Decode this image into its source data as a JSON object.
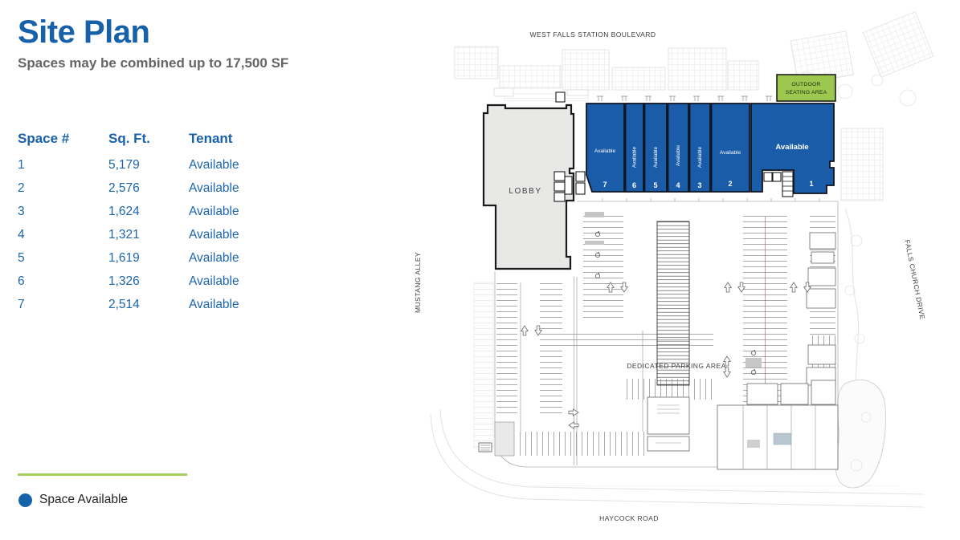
{
  "page": {
    "title": "Site Plan",
    "subtitle": "Spaces may be combined up to 17,500 SF"
  },
  "table": {
    "headers": [
      "Space #",
      "Sq. Ft.",
      "Tenant"
    ],
    "rows": [
      [
        "1",
        "5,179",
        "Available"
      ],
      [
        "2",
        "2,576",
        "Available"
      ],
      [
        "3",
        "1,624",
        "Available"
      ],
      [
        "4",
        "1,321",
        "Available"
      ],
      [
        "5",
        "1,619",
        "Available"
      ],
      [
        "6",
        "1,326",
        "Available"
      ],
      [
        "7",
        "2,514",
        "Available"
      ]
    ]
  },
  "legend": {
    "label": "Space Available"
  },
  "plan": {
    "roads": {
      "top": "WEST FALLS STATION BOULEVARD",
      "left": "MUSTANG ALLEY",
      "right": "FALLS CHURCH DRIVE",
      "bottom": "HAYCOCK ROAD"
    },
    "lobby_label": "LOBBY",
    "parking_label": "DEDICATED PARKING AREA",
    "outdoor_seating": {
      "line1": "OUTDOOR",
      "line2": "SEATING AREA"
    },
    "spaces": [
      {
        "number": "7",
        "status": "Available"
      },
      {
        "number": "6",
        "status": "Available"
      },
      {
        "number": "5",
        "status": "Available"
      },
      {
        "number": "4",
        "status": "Available"
      },
      {
        "number": "3",
        "status": "Available"
      },
      {
        "number": "2",
        "status": "Available"
      },
      {
        "number": "1",
        "status": "Available"
      }
    ]
  },
  "colors": {
    "brand_blue": "#1760AA",
    "space_blue": "#1A5CA8",
    "accent_green": "#A6CE5E",
    "seating_green": "#9CC84F",
    "subtitle_gray": "#58595B"
  }
}
